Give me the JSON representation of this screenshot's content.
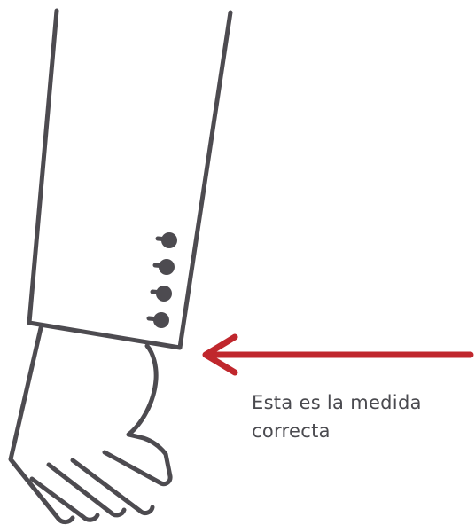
{
  "caption": {
    "line1": "Esta es la medida",
    "line2": "correcta"
  },
  "colors": {
    "outline": "#4d4b50",
    "arrow": "#c0272d",
    "text": "#4a4a4f"
  },
  "illustration": {
    "subject": "suit-sleeve-with-hand",
    "buttons": 4
  }
}
